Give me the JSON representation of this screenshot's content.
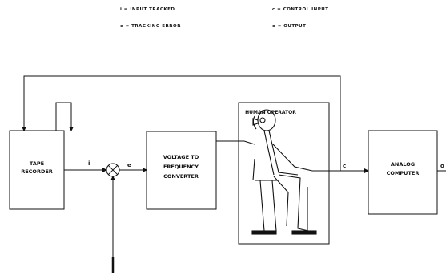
{
  "legend": {
    "i": "i = INPUT TRACKED",
    "e": "e = TRACKING ERROR",
    "c": "c = CONTROL INPUT",
    "o": "o = OUTPUT"
  },
  "blocks": {
    "tape_recorder": [
      "TAPE",
      "RECORDER"
    ],
    "vtf": [
      "VOLTAGE TO",
      "FREQUENCY",
      "CONVERTER"
    ],
    "human_operator": "HUMAN OPERATOR",
    "analog_computer": [
      "ANALOG",
      "COMPUTER"
    ]
  },
  "signals": {
    "i": "i",
    "e": "e",
    "c": "c",
    "o": "o"
  }
}
